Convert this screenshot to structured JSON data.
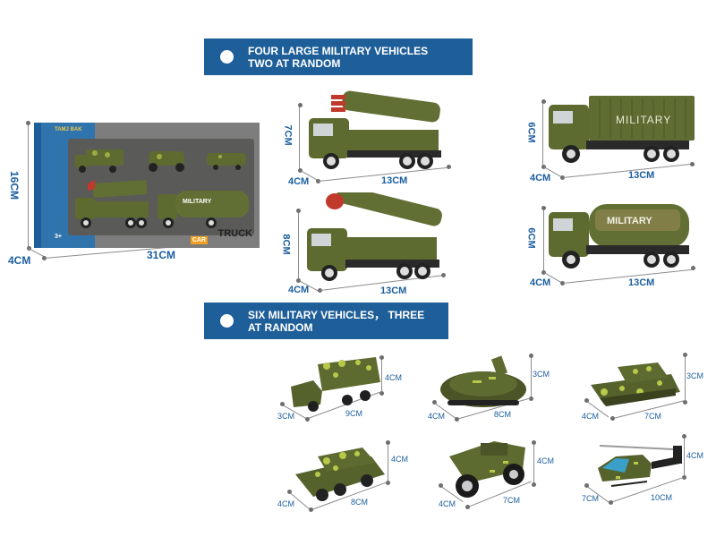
{
  "sections": [
    {
      "banner": "FOUR LARGE MILITARY VEHICLES\nTWO AT RANDOM",
      "vehicles": [
        {
          "name": "rocket launcher truck",
          "height": "7CM",
          "depth": "4CM",
          "length": "13CM"
        },
        {
          "name": "container truck",
          "height": "6CM",
          "depth": "4CM",
          "length": "13CM",
          "label": "MILITARY"
        },
        {
          "name": "missile launcher truck",
          "height": "8CM",
          "depth": "4CM",
          "length": "13CM"
        },
        {
          "name": "tanker truck",
          "height": "6CM",
          "depth": "4CM",
          "length": "13CM",
          "label": "MILITARY"
        }
      ]
    },
    {
      "banner": "SIX MILITARY VEHICLES， THREE\nAT RANDOM",
      "vehicles": [
        {
          "name": "camo cargo truck",
          "height": "4CM",
          "depth": "3CM",
          "length": "9CM"
        },
        {
          "name": "hovercraft",
          "height": "3CM",
          "depth": "4CM",
          "length": "8CM"
        },
        {
          "name": "tank",
          "height": "3CM",
          "depth": "4CM",
          "length": "7CM"
        },
        {
          "name": "armored car",
          "height": "4CM",
          "depth": "4CM",
          "length": "8CM"
        },
        {
          "name": "off-road buggy",
          "height": "4CM",
          "depth": "4CM",
          "length": "7CM"
        },
        {
          "name": "helicopter",
          "height": "4CM",
          "depth": "7CM",
          "length": "10CM"
        }
      ]
    }
  ],
  "package": {
    "height": "16CM",
    "depth": "4CM",
    "length": "31CM",
    "brand": "TAMJ BAK",
    "age": "3+",
    "logo_truck": "TRUCK",
    "logo_car": "CAR",
    "tanker_label": "MILITARY"
  },
  "colors": {
    "banner": "#1f5f99",
    "dimension_text": "#1c5fa0",
    "olive": "#5d6a30",
    "olive_dark": "#454f22",
    "camo_light": "#b8c94a"
  }
}
